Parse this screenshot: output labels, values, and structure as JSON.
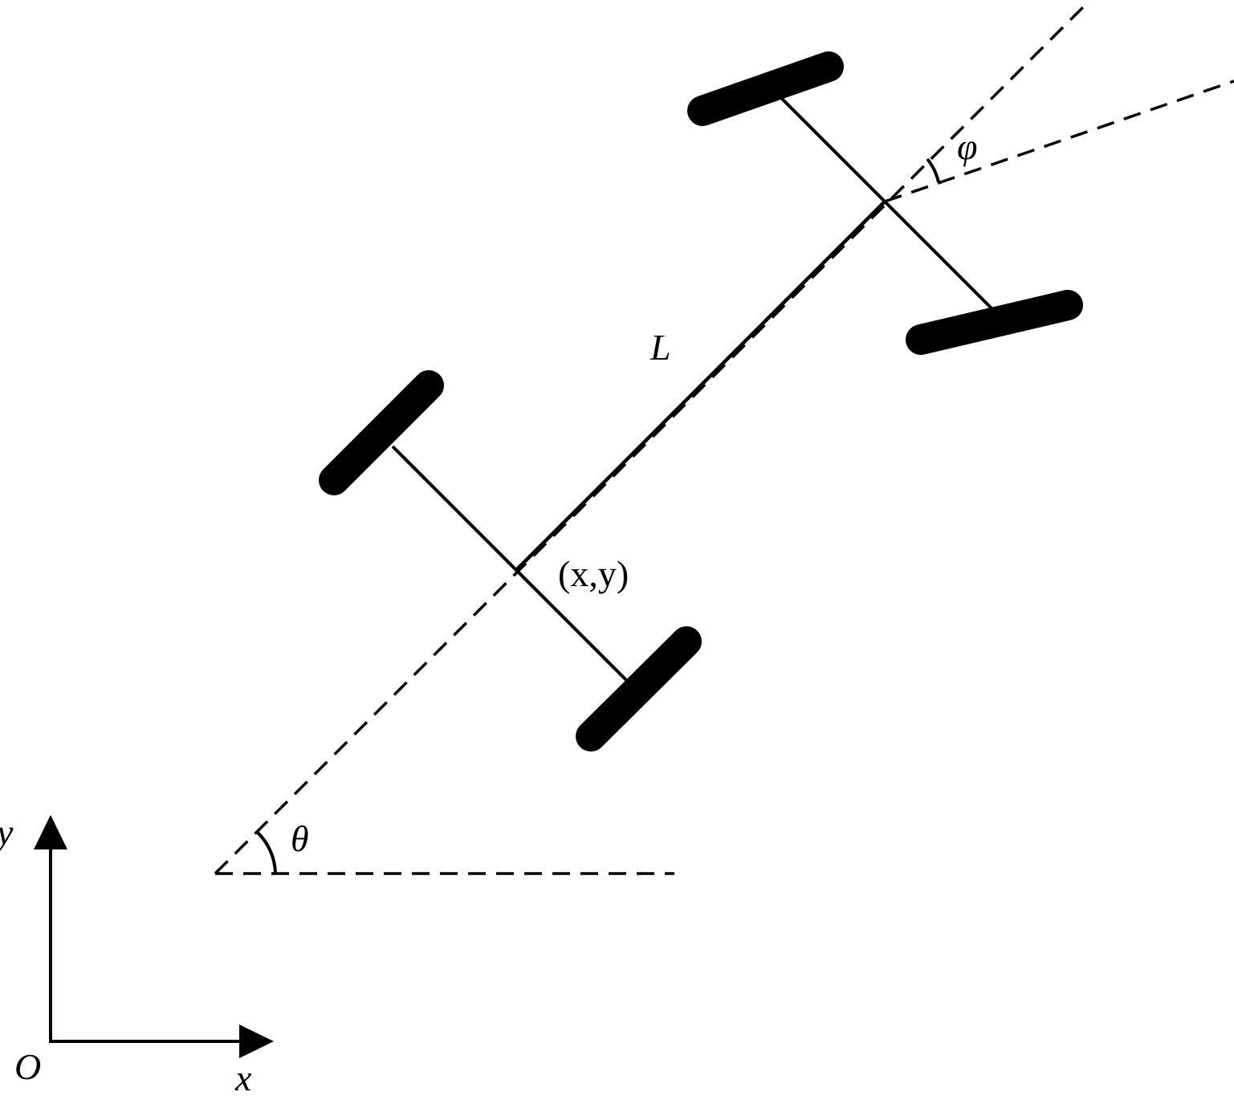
{
  "colors": {
    "stroke": "#000000",
    "background": "#ffffff"
  },
  "labels": {
    "origin": "O",
    "x_axis": "x",
    "y_axis": "y",
    "theta": "θ",
    "phi": "φ",
    "wheelbase": "L",
    "rear_point": "(x,y)"
  }
}
